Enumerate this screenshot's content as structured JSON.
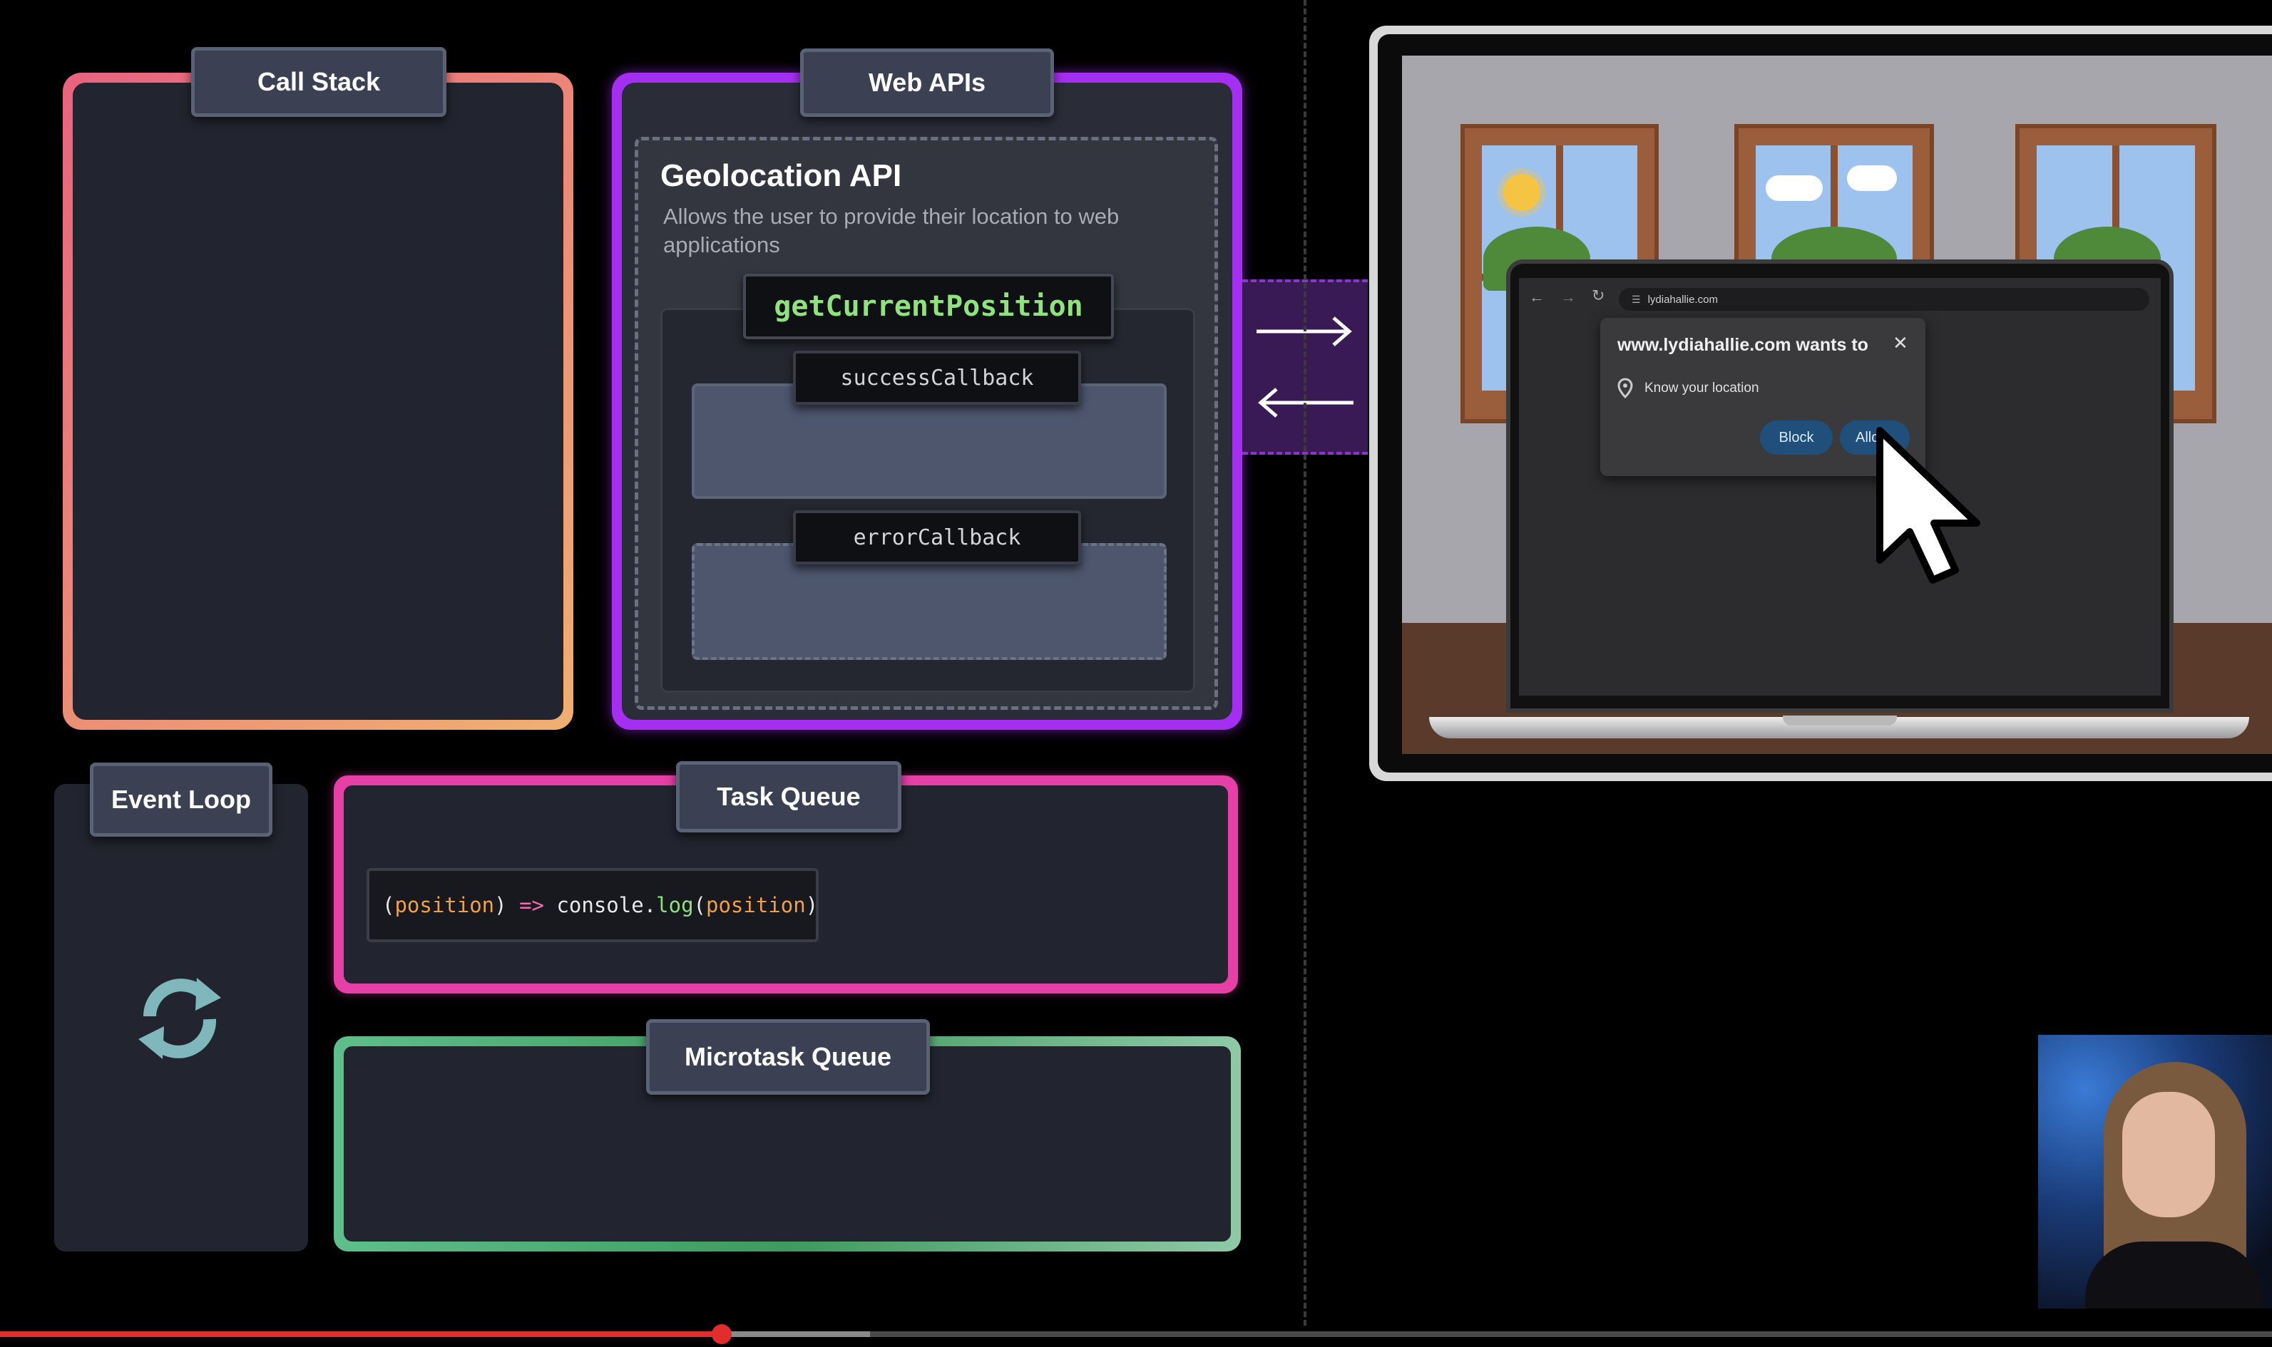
{
  "call_stack": {
    "title": "Call Stack"
  },
  "web_apis": {
    "title": "Web APIs",
    "geolocation": {
      "title": "Geolocation API",
      "description": "Allows the user to provide their location to web applications",
      "method": "getCurrentPosition",
      "success_callback": "successCallback",
      "error_callback": "errorCallback"
    }
  },
  "event_loop": {
    "title": "Event Loop",
    "icon": "refresh-icon"
  },
  "task_queue": {
    "title": "Task Queue",
    "item": {
      "p1": "(",
      "arg": "position",
      "p2": ") ",
      "arrow": "=>",
      "obj": " console",
      "dot": ".",
      "fn": "log",
      "p3": "(",
      "arg2": "position",
      "p4": ")"
    }
  },
  "microtask_queue": {
    "title": "Microtask Queue"
  },
  "browser": {
    "url": "lydiahallie.com",
    "prompt_title": "www.lydiahallie.com wants to",
    "permission": "Know your location",
    "block_label": "Block",
    "allow_label": "Allo"
  },
  "colors": {
    "call_stack_gradient": [
      "#e8637e",
      "#f0b070"
    ],
    "web_apis": "#a52ff0",
    "task_queue": "#e63fa6",
    "microtask_queue": "#5fbf8a",
    "code_orange": "#f0a04b",
    "code_pink": "#f06bb0",
    "code_green": "#8fe27d"
  },
  "progress": {
    "played_fraction": 0.32
  }
}
